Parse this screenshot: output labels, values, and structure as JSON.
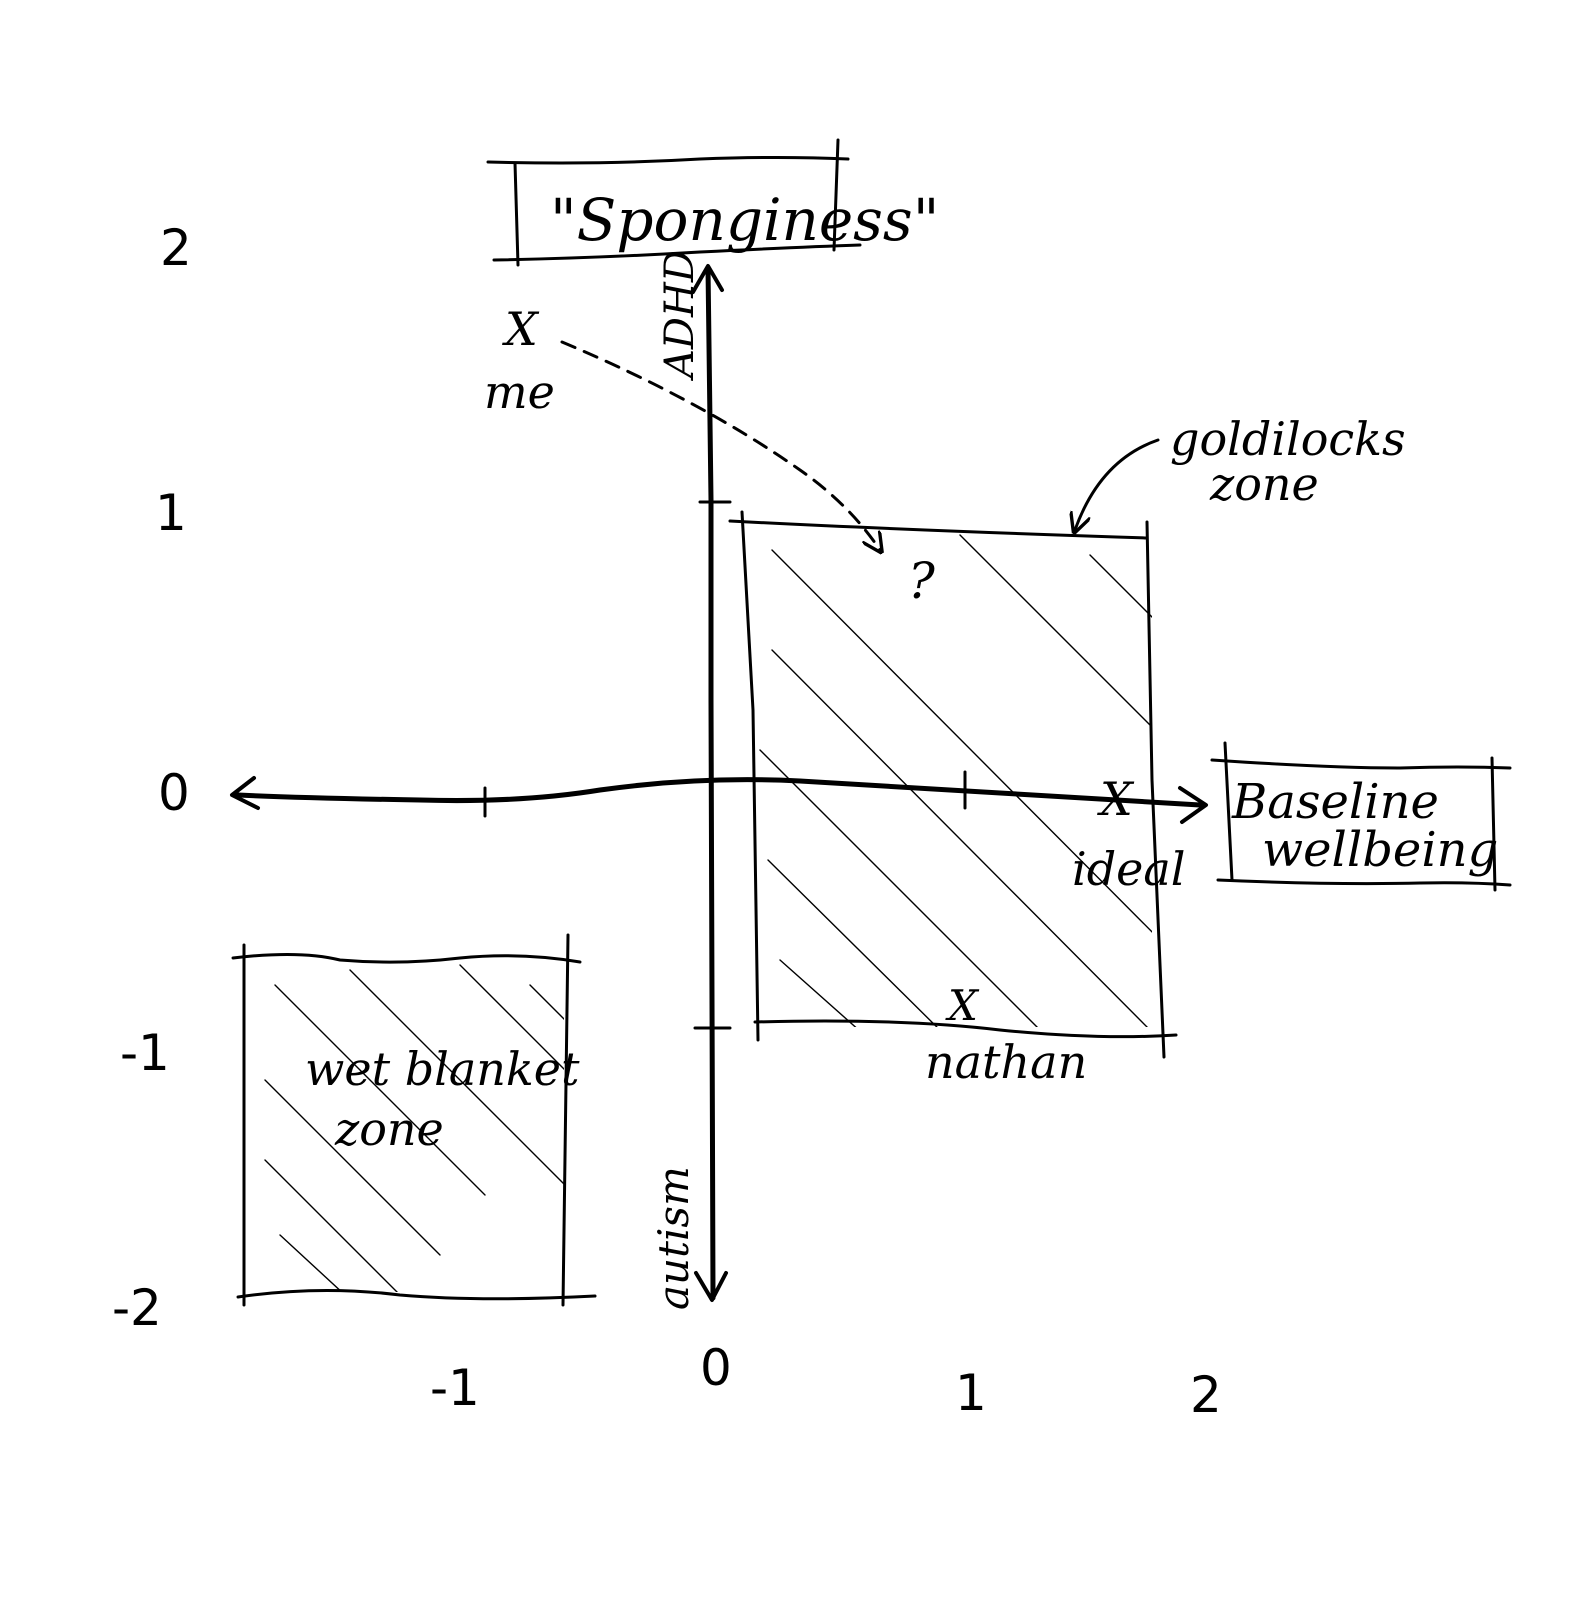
{
  "axes": {
    "y_label": "\"Sponginess\"",
    "x_label_line1": "Baseline",
    "x_label_line2": "wellbeing",
    "y_positive_note": "ADHD",
    "y_negative_note": "autism"
  },
  "ticks": {
    "y": [
      "2",
      "1",
      "0",
      "-1",
      "-2"
    ],
    "x": [
      "-1",
      "0",
      "1",
      "2"
    ]
  },
  "zones": {
    "goldilocks_line1": "goldilocks",
    "goldilocks_line2": "zone",
    "wet_blanket_line1": "wet blanket",
    "wet_blanket_line2": "zone"
  },
  "points": {
    "me": "me",
    "nathan": "nathan",
    "ideal": "ideal",
    "target": "?"
  },
  "markers": {
    "point_mark": "X"
  },
  "colors": {
    "ink": "#000000",
    "paper": "#ffffff"
  }
}
